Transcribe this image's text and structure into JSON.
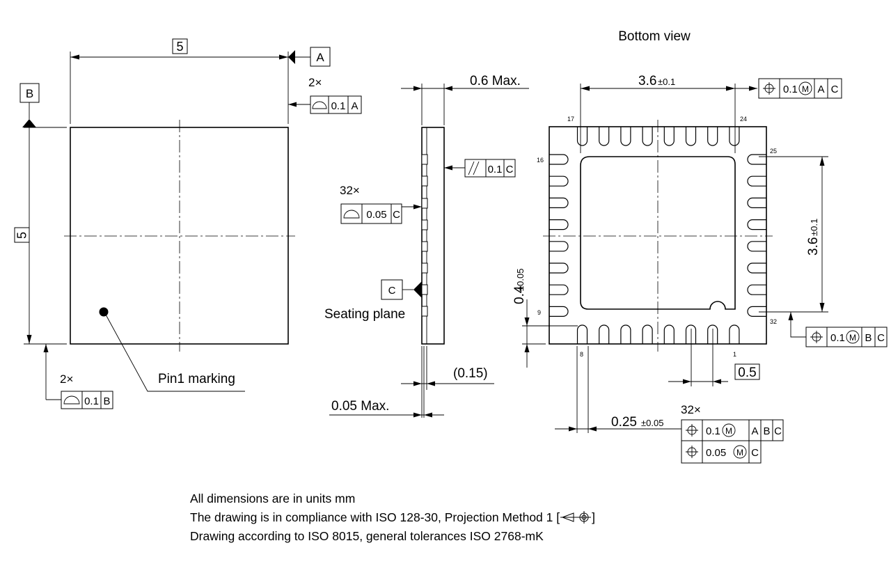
{
  "views": {
    "bottom_view_title": "Bottom view",
    "pin1_marking": "Pin1 marking",
    "seating_plane": "Seating plane"
  },
  "datums": {
    "A": "A",
    "B": "B",
    "C": "C"
  },
  "dimensions": {
    "body_width": "5",
    "body_height": "5",
    "max_height": "0.6 Max.",
    "standoff_ref": "(0.15)",
    "standoff_max": "0.05 Max.",
    "pad_width_nominal": "3.6",
    "pad_width_tol": "±0.1",
    "pad_height_nominal": "3.6",
    "pad_height_tol": "±0.1",
    "lead_length_nominal": "0.4",
    "lead_length_tol": "±0.05",
    "pitch": "0.5",
    "lead_width_nominal": "0.25",
    "lead_width_tol": "±0.05"
  },
  "pin_numbers": {
    "p1": "1",
    "p8": "8",
    "p9": "9",
    "p16": "16",
    "p17": "17",
    "p24": "24",
    "p25": "25",
    "p32": "32"
  },
  "tolerance_frames": {
    "top_profile": {
      "count": "2×",
      "value": "0.1",
      "datum": "A"
    },
    "left_profile": {
      "count": "2×",
      "value": "0.1",
      "datum": "B"
    },
    "coplanarity": {
      "count": "32×",
      "value": "0.05",
      "datum": "C"
    },
    "parallelism": {
      "value": "0.1",
      "datum": "C"
    },
    "pad_width_position": {
      "value": "0.1",
      "modifier": "M",
      "datums": [
        "A",
        "C"
      ]
    },
    "pad_height_position": {
      "value": "0.1",
      "modifier": "M",
      "datums": [
        "B",
        "C"
      ]
    },
    "lead_position": {
      "count": "32×",
      "value_1": "0.1",
      "datums_1": [
        "A",
        "B",
        "C"
      ],
      "value_2": "0.05",
      "datums_2": [
        "C"
      ],
      "modifier": "M"
    }
  },
  "notes": {
    "line1": "All dimensions are in units mm",
    "line2_prefix": "The drawing is in compliance with ISO 128-30, Projection Method 1 [",
    "line2_suffix": "]",
    "line3": "Drawing according to ISO 8015, general tolerances ISO 2768-mK"
  }
}
